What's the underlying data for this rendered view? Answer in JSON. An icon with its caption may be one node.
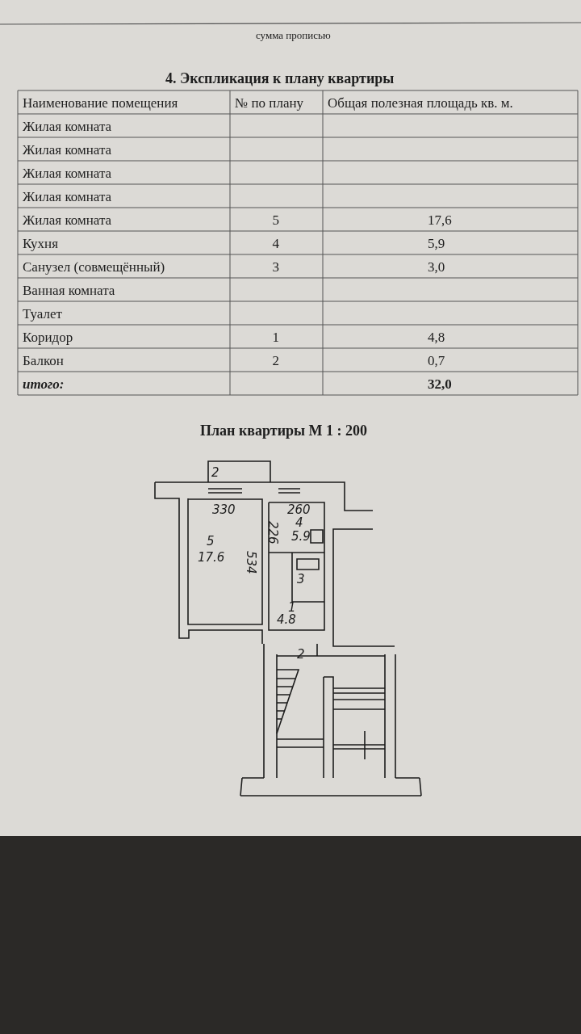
{
  "diagram": {
    "title": "4. Экспликация к плану квартиры",
    "labels": [
      "сумма прописью",
      "Наименование помещения",
      "№ по плану",
      "Общая полезная площадь кв. м.",
      "Жилая комната",
      "Жилая комната",
      "Жилая комната",
      "Жилая комната",
      "Жилая комната",
      "5",
      "17,6",
      "Кухня",
      "4",
      "5,9",
      "Санузел (совмещённый)",
      "3",
      "3,0",
      "Ванная комната",
      "Туалет",
      "Коридор",
      "1",
      "4,8",
      "Балкон",
      "2",
      "0,7",
      "итого:",
      "32,0",
      "План квартиры М 1 : 200",
      "2",
      "330",
      "260",
      "226",
      "4",
      "5.9",
      "5",
      "17.6",
      "534",
      "3",
      "1",
      "4.8",
      "2"
    ]
  }
}
